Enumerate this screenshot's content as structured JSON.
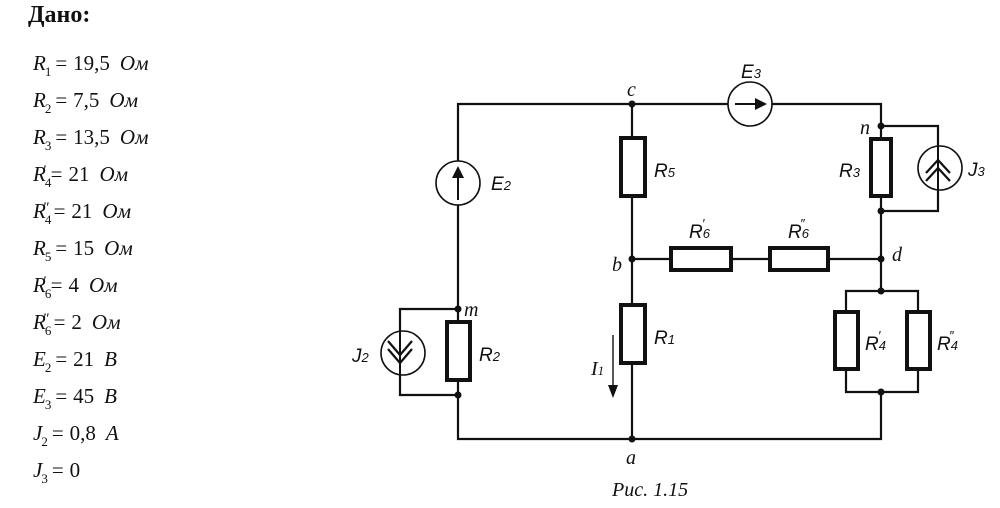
{
  "given": {
    "title": "Дано:",
    "items": [
      {
        "symbol": "R",
        "sub": "1",
        "prime": "",
        "value": "19,5",
        "unit": "Ом"
      },
      {
        "symbol": "R",
        "sub": "2",
        "prime": "",
        "value": "7,5",
        "unit": "Ом"
      },
      {
        "symbol": "R",
        "sub": "3",
        "prime": "",
        "value": "13,5",
        "unit": "Ом"
      },
      {
        "symbol": "R",
        "sub": "4",
        "prime": "′",
        "value": "21",
        "unit": "Ом"
      },
      {
        "symbol": "R",
        "sub": "4",
        "prime": "″",
        "value": "21",
        "unit": "Ом"
      },
      {
        "symbol": "R",
        "sub": "5",
        "prime": "",
        "value": "15",
        "unit": "Ом"
      },
      {
        "symbol": "R",
        "sub": "6",
        "prime": "′",
        "value": "4",
        "unit": "Ом"
      },
      {
        "symbol": "R",
        "sub": "6",
        "prime": "″",
        "value": "2",
        "unit": "Ом"
      },
      {
        "symbol": "E",
        "sub": "2",
        "prime": "",
        "value": "21",
        "unit": "В"
      },
      {
        "symbol": "E",
        "sub": "3",
        "prime": "",
        "value": "45",
        "unit": "В"
      },
      {
        "symbol": "J",
        "sub": "2",
        "prime": "",
        "value": "0,8",
        "unit": "А"
      },
      {
        "symbol": "J",
        "sub": "3",
        "prime": "",
        "value": "0",
        "unit": ""
      }
    ],
    "equals": "="
  },
  "circuit": {
    "nodes": {
      "a": "a",
      "b": "b",
      "c": "c",
      "d": "d",
      "m": "m",
      "n": "n"
    },
    "labels": {
      "E2": {
        "main": "E",
        "sub": "2"
      },
      "E3": {
        "main": "E",
        "sub": "3"
      },
      "J2": {
        "main": "J",
        "sub": "2"
      },
      "J3": {
        "main": "J",
        "sub": "3"
      },
      "R1": {
        "main": "R",
        "sub": "1"
      },
      "R2": {
        "main": "R",
        "sub": "2"
      },
      "R3": {
        "main": "R",
        "sub": "3"
      },
      "R4a": {
        "main": "R",
        "sub": "4",
        "prime": "′"
      },
      "R4b": {
        "main": "R",
        "sub": "4",
        "prime": "″"
      },
      "R5": {
        "main": "R",
        "sub": "5"
      },
      "R6a": {
        "main": "R",
        "sub": "6",
        "prime": "′"
      },
      "R6b": {
        "main": "R",
        "sub": "6",
        "prime": "″"
      },
      "I1": {
        "main": "I",
        "sub": "1"
      }
    },
    "caption": "Рис. 1.15"
  }
}
